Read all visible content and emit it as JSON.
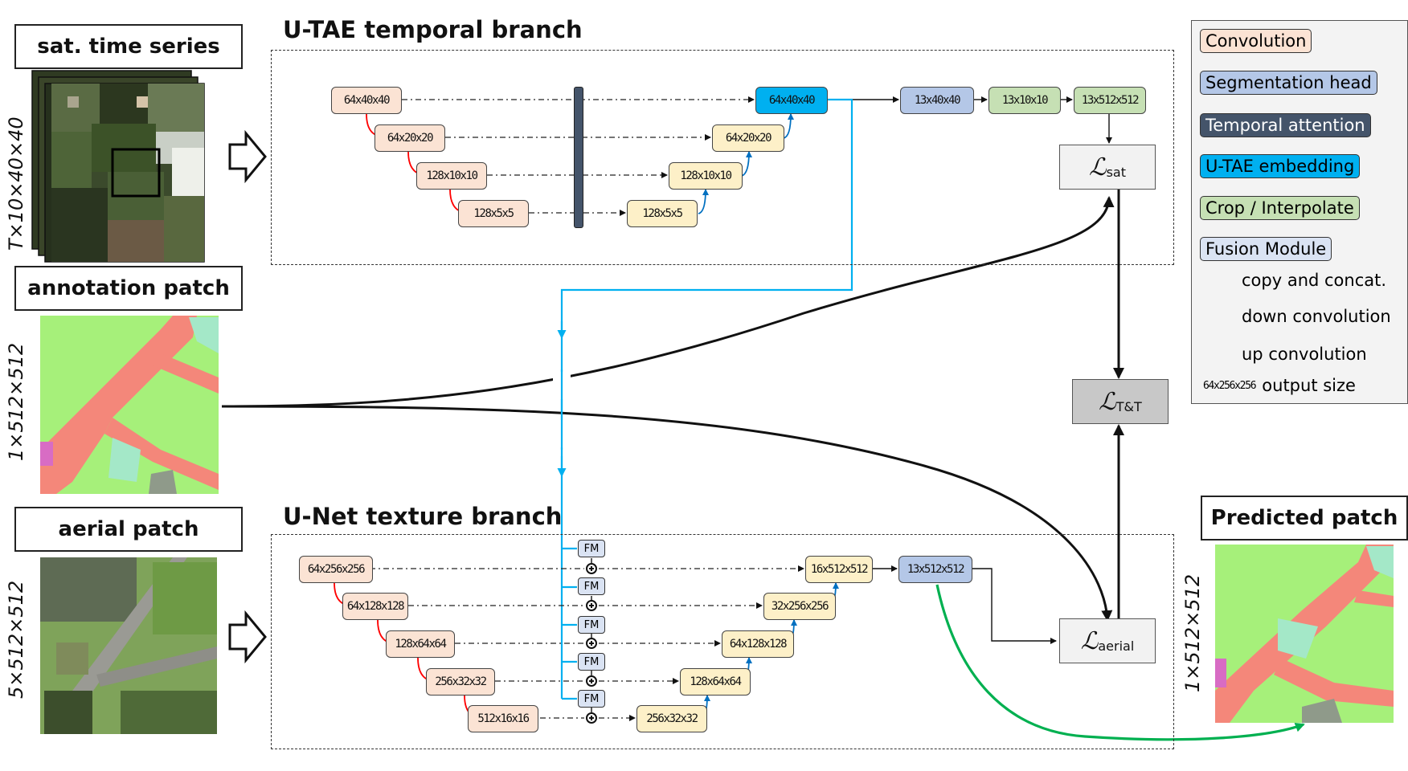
{
  "inputs": {
    "sat_label": "sat. time series",
    "annotation_label": "annotation patch",
    "aerial_label": "aerial patch",
    "predicted_label": "Predicted patch",
    "sat_dims": "T×10×40×40",
    "annotation_dims": "1×512×512",
    "aerial_dims": "5×512×512",
    "predicted_dims": "1×512×512"
  },
  "utae": {
    "title": "U-TAE temporal branch",
    "encoder": [
      "64x40x40",
      "64x20x20",
      "128x10x10",
      "128x5x5"
    ],
    "decoder": [
      "128x5x5",
      "128x10x10",
      "64x20x20"
    ],
    "embedding": "64x40x40",
    "head": [
      "13x40x40",
      "13x10x10",
      "13x512x512"
    ]
  },
  "unet": {
    "title": "U-Net texture branch",
    "encoder": [
      "64x256x256",
      "64x128x128",
      "128x64x64",
      "256x32x32",
      "512x16x16"
    ],
    "decoder": [
      "256x32x32",
      "128x64x64",
      "64x128x128",
      "32x256x256",
      "16x512x512"
    ],
    "head": "13x512x512",
    "fm_label": "FM"
  },
  "losses": {
    "symbol": "ℒ",
    "sat": "sat",
    "tt": "T&T",
    "aerial": "aerial"
  },
  "legend": {
    "convolution": "Convolution",
    "segmentation_head": "Segmentation head",
    "temporal_attention": "Temporal attention",
    "utae_embedding": "U-TAE embedding",
    "crop_interpolate": "Crop / Interpolate",
    "fusion_module": "Fusion Module",
    "copy_concat": "copy and concat.",
    "down_conv": "down convolution",
    "up_conv": "up convolution",
    "size_example": "64x256x256",
    "output_size": "output size"
  },
  "colors": {
    "convolution": "#fbe3d4",
    "segmentation_head": "#b4c7e7",
    "temporal_attention": "#44546a",
    "utae_embedding": "#00b0f0",
    "crop_interpolate": "#c6e0b4",
    "fusion_module": "#dae3f3",
    "up_block": "#fdf0c8",
    "down_arrow": "#ff0000",
    "up_arrow": "#0070c0",
    "sat_link": "#00b0f0",
    "prediction_arrow": "#00b050",
    "class_green": "#a6f07a",
    "class_salmon": "#f4877a",
    "class_teal": "#a4e8c8"
  }
}
